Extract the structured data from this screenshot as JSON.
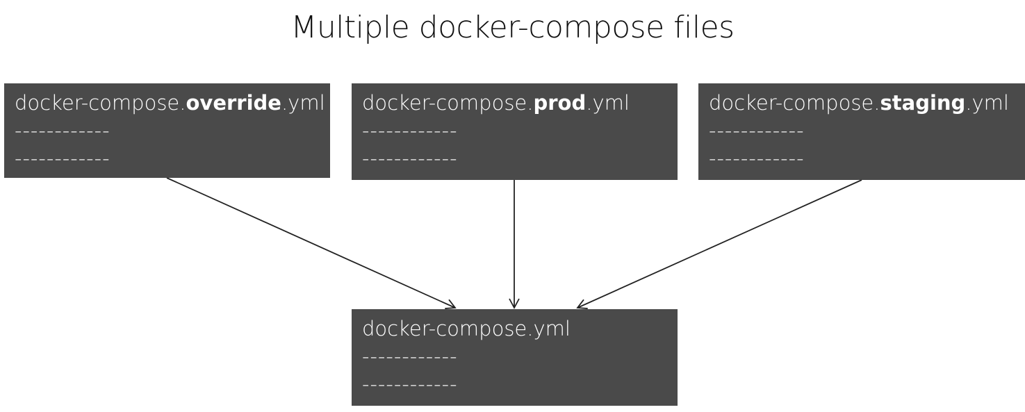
{
  "title": "Multiple docker-compose files",
  "files": {
    "override": {
      "prefix": "docker-compose.",
      "emphasis": "override",
      "suffix": ".yml",
      "lines": [
        "------------",
        "------------"
      ]
    },
    "prod": {
      "prefix": "docker-compose.",
      "emphasis": "prod",
      "suffix": ".yml",
      "lines": [
        "------------",
        "------------"
      ]
    },
    "staging": {
      "prefix": "docker-compose.",
      "emphasis": "staging",
      "suffix": ".yml",
      "lines": [
        "------------",
        "------------"
      ]
    },
    "base": {
      "name": "docker-compose.yml",
      "lines": [
        "------------",
        "------------"
      ]
    }
  },
  "colors": {
    "box_fill": "#4a4a4a",
    "box_text": "#ffffff",
    "arrow": "#222222",
    "title": "#111111"
  }
}
